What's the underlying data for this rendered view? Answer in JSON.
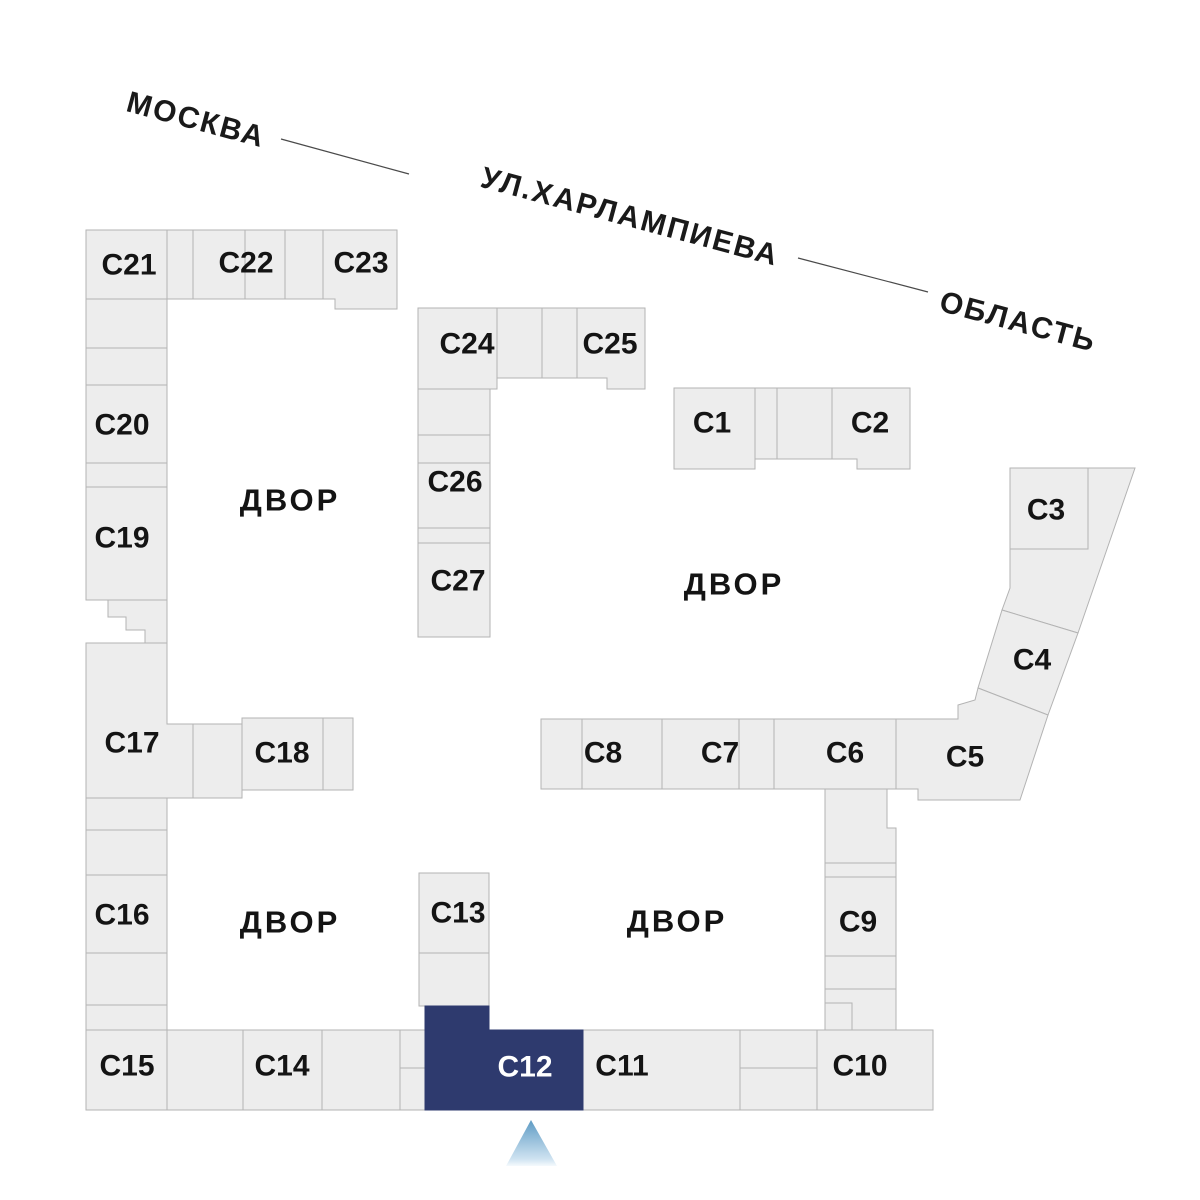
{
  "map": {
    "streets": {
      "city_label": "МОСКВА",
      "street_name": "УЛ.ХАРЛАМПИЕВА",
      "region_label": "ОБЛАСТЬ"
    },
    "courtyards": [
      {
        "label": "ДВОР"
      },
      {
        "label": "ДВОР"
      },
      {
        "label": "ДВОР"
      },
      {
        "label": "ДВОР"
      }
    ],
    "selected_block": "С12",
    "blocks": [
      {
        "id": "C1",
        "label": "С1",
        "selected": false
      },
      {
        "id": "C2",
        "label": "С2",
        "selected": false
      },
      {
        "id": "C3",
        "label": "С3",
        "selected": false
      },
      {
        "id": "C4",
        "label": "С4",
        "selected": false
      },
      {
        "id": "C5",
        "label": "С5",
        "selected": false
      },
      {
        "id": "C6",
        "label": "С6",
        "selected": false
      },
      {
        "id": "C7",
        "label": "С7",
        "selected": false
      },
      {
        "id": "C8",
        "label": "С8",
        "selected": false
      },
      {
        "id": "C9",
        "label": "С9",
        "selected": false
      },
      {
        "id": "C10",
        "label": "С10",
        "selected": false
      },
      {
        "id": "C11",
        "label": "С11",
        "selected": false
      },
      {
        "id": "C12",
        "label": "С12",
        "selected": true
      },
      {
        "id": "C13",
        "label": "С13",
        "selected": false
      },
      {
        "id": "C14",
        "label": "С14",
        "selected": false
      },
      {
        "id": "C15",
        "label": "С15",
        "selected": false
      },
      {
        "id": "C16",
        "label": "С16",
        "selected": false
      },
      {
        "id": "C17",
        "label": "С17",
        "selected": false
      },
      {
        "id": "C18",
        "label": "С18",
        "selected": false
      },
      {
        "id": "C19",
        "label": "С19",
        "selected": false
      },
      {
        "id": "C20",
        "label": "С20",
        "selected": false
      },
      {
        "id": "C21",
        "label": "С21",
        "selected": false
      },
      {
        "id": "C22",
        "label": "С22",
        "selected": false
      },
      {
        "id": "C23",
        "label": "С23",
        "selected": false
      },
      {
        "id": "C24",
        "label": "С24",
        "selected": false
      },
      {
        "id": "C25",
        "label": "С25",
        "selected": false
      },
      {
        "id": "C26",
        "label": "С26",
        "selected": false
      },
      {
        "id": "C27",
        "label": "С27",
        "selected": false
      }
    ]
  },
  "colors": {
    "background": "#ffffff",
    "block_fill": "#ededed",
    "block_stroke": "#b3b3b3",
    "highlight_fill": "#2e3a6e",
    "highlight_text": "#ffffff",
    "pointer_gradient_top": "#5e9bc4",
    "pointer_gradient_bottom": "#f5fafd"
  }
}
